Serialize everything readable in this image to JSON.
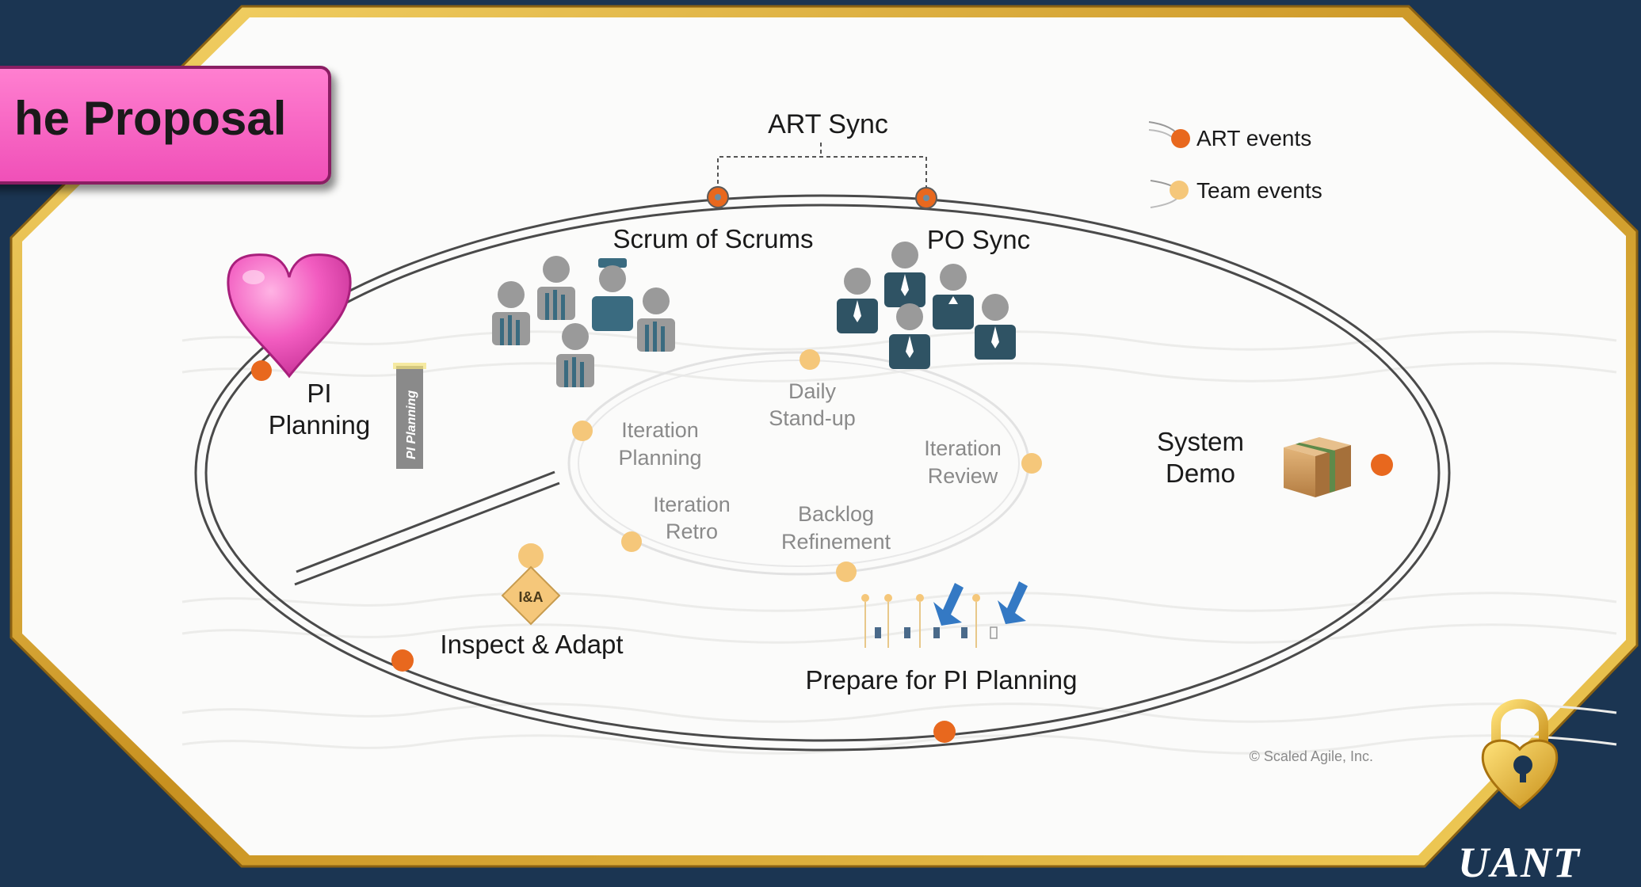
{
  "slide": {
    "title": "he Proposal",
    "brand": "UANT"
  },
  "colors": {
    "background": "#1b3552",
    "frame_gold": "#d9a92c",
    "banner_pink": "#f45fc2",
    "art_event": "#e8681e",
    "team_event": "#f5c77a"
  },
  "diagram": {
    "art_sync": "ART Sync",
    "legend": {
      "art_events": "ART events",
      "team_events": "Team events"
    },
    "outer_events": {
      "scrum_of_scrums": "Scrum of Scrums",
      "po_sync": "PO Sync",
      "pi_planning_line1": "PI",
      "pi_planning_line2": "Planning",
      "pi_planning_board": "PI Planning",
      "system_demo_line1": "System",
      "system_demo_line2": "Demo",
      "inspect_adapt": "Inspect & Adapt",
      "inspect_adapt_badge": "I&A",
      "prepare_pi_planning": "Prepare for PI Planning"
    },
    "team_cycle": {
      "daily_line1": "Daily",
      "daily_line2": "Stand-up",
      "planning_line1": "Iteration",
      "planning_line2": "Planning",
      "review_line1": "Iteration",
      "review_line2": "Review",
      "retro_line1": "Iteration",
      "retro_line2": "Retro",
      "backlog_line1": "Backlog",
      "backlog_line2": "Refinement"
    },
    "copyright": "© Scaled Agile, Inc."
  }
}
